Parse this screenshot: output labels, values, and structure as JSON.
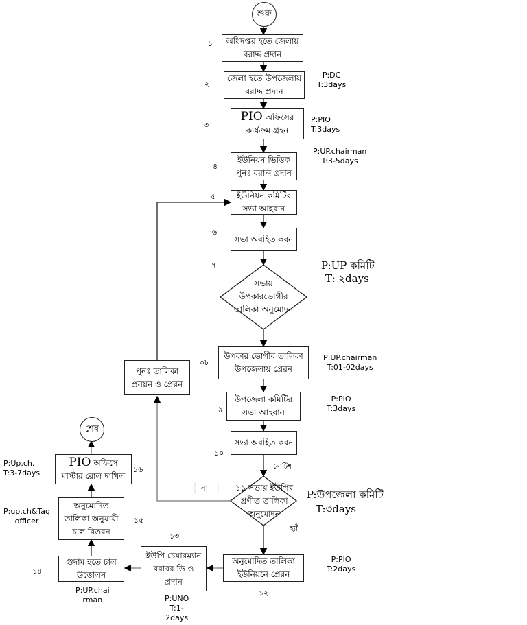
{
  "start": "শুরু",
  "end": "শেষ",
  "steps": [
    {
      "num": "১",
      "lines": "অধিদপ্তর হতে জেলায়\nবরাদ্দ প্রদান"
    },
    {
      "num": "২",
      "lines": "জেলা হতে  উপজেলায়\nবরাদ্দ প্রদান",
      "pt": "P:DC\nT:3days"
    },
    {
      "num": "৩",
      "pio": "PIO",
      "lines": " অফিসের\nকার্যক্রম গ্রহন",
      "pt": "P:PIO\nT:3days"
    },
    {
      "num": "৪",
      "lines": "ইউনিয়ন ভিত্তিক\nপুনঃ বরাদ্দ প্রদান",
      "pt": "P:UP.chairman\nT:3-5days"
    },
    {
      "num": "৫",
      "lines": "ইউনিয়ন কমিটির\nসভা আহবান"
    },
    {
      "num": "৬",
      "lines": "সভা অবহিত করন"
    },
    {
      "num": "৭",
      "lines": "সভায়\nউপকারভোগীর\nতালিকা অনুমোদন",
      "p": "P:UP কমিটি",
      "t": "T: ২days"
    },
    {
      "num": "০৮",
      "lines": "উপকার ভোগীর তালিকা\nউপজেলায় প্রেরন",
      "pt": "P:UP.chairman\nT:01-02days"
    },
    {
      "num": "৯",
      "lines": "উপজেলা কমিটির\nসভা আহবান",
      "pt": "P:PIO\nT:3days"
    },
    {
      "num": "১০",
      "lines": "সভা অবহিত করন"
    },
    {
      "num": "১১",
      "lines": "১১ সভায় ইউপির\nপ্রণীত  তালিকা\nঅনুমোদন",
      "p": "P:উপজেলা কমিটি",
      "t": "T:৩days"
    },
    {
      "num": "১২",
      "lines": "অনুমোদিত  তালিকা\nইউনিয়নে  প্রেরন",
      "pt": "P:PIO\nT:2days"
    },
    {
      "num": "১৩",
      "lines": "ইউপি চেয়ারম্যান\nবরাবর ডি ও\nপ্রদান",
      "pt": "P:UNO\nT:1-\n2days"
    },
    {
      "num": "১৪",
      "lines": "গুদাম হতে চাল\nউত্তোলন",
      "pt": "P:UP.chai\nrman"
    },
    {
      "num": "১৫",
      "lines": "অনুমোদিত\nতালিকা অনুযায়ী\nচাল বিতরন",
      "pt": "P:up.ch&Tag\nofficer"
    },
    {
      "num": "১৬",
      "pio": "PIO",
      "lines": " অফিসে\nমাস্টার রোল দাখিল",
      "pt": "P:Up.ch.\nT:3-7days"
    }
  ],
  "redo": "পুনঃ তালিকা\nপ্রনয়ন ও প্রেরন",
  "notice": "নোটিশ",
  "no": "না",
  "yes": "হ্যাঁ"
}
